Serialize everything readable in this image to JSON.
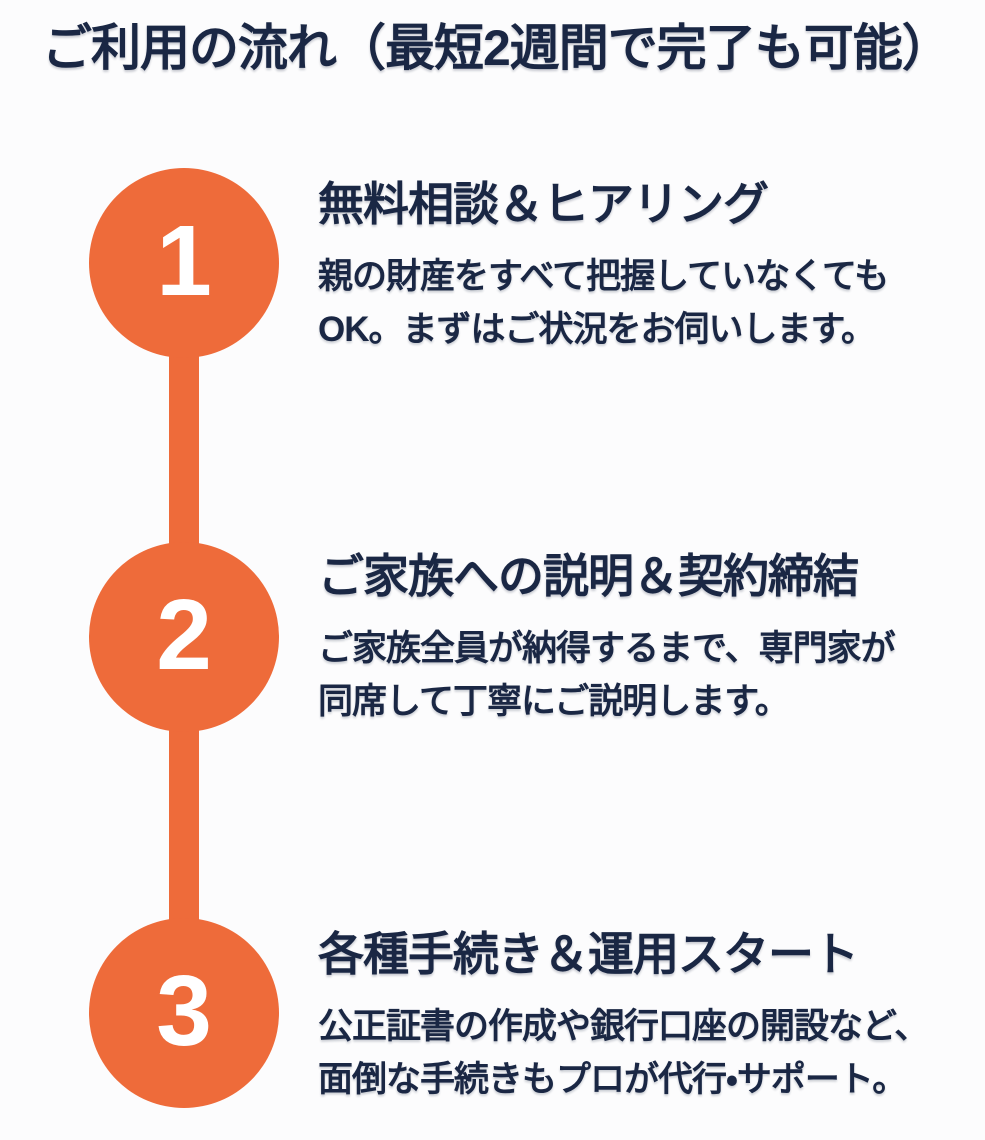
{
  "page": {
    "title": "ご利用の流れ（最短2週間で完了も可能）"
  },
  "colors": {
    "accent_orange": "#EE6B3A",
    "text_navy": "#1A2744",
    "background": "#FCFCFD",
    "number_text": "#FFFFFF"
  },
  "steps": [
    {
      "number": "1",
      "title": "無料相談＆ヒアリング",
      "desc_lines": [
        "親の財産をすべて把握していなくても",
        "OK。まずはご状況をお伺いします。"
      ]
    },
    {
      "number": "2",
      "title": "ご家族への説明＆契約締結",
      "desc_lines": [
        "ご家族全員が納得するまで、専門家が",
        "同席して丁寧にご説明します。"
      ]
    },
    {
      "number": "3",
      "title": "各種手続き＆運用スタート",
      "desc_lines": [
        "公正証書の作成や銀行口座の開設など、",
        "面倒な手続きもプロが代行・サポート。"
      ]
    }
  ]
}
